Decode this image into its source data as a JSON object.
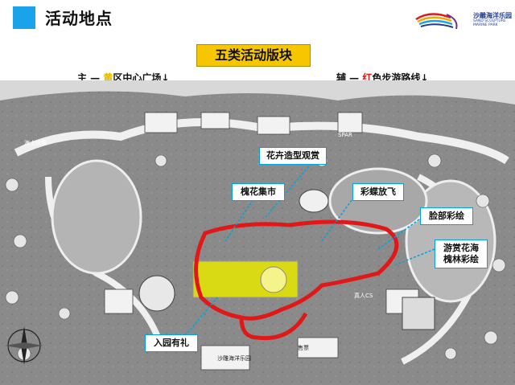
{
  "header": {
    "title": "活动地点",
    "logo_text": "沙雕海洋乐园",
    "logo_sub": "SAND SCULPTURE MARINE PARK"
  },
  "section_title": "五类活动版块",
  "route_labels": {
    "main_prefix": "主 — ",
    "main_highlight": "黄",
    "main_suffix": "区中心广场↓",
    "aux_prefix": "辅 — ",
    "aux_highlight": "红",
    "aux_suffix": "色步游路线↓"
  },
  "callouts": {
    "flower_sculpture": "花卉造型观赏",
    "locust_market": "槐花集市",
    "butterfly": "彩蝶放飞",
    "face_paint": "脸部彩绘",
    "flower_sea": "游赏花海\n槐林彩绘",
    "entry_gift": "入园有礼"
  },
  "map_labels": {
    "gate": "沙雕海洋乐园",
    "ticket": "售票",
    "sea_food": "海上快餐",
    "spa": "SPAR",
    "cs": "真人CS"
  },
  "colors": {
    "accent_blue": "#1aa3e8",
    "title_yellow": "#f7c600",
    "route_red": "#e01818",
    "zone_yellow": "#e8e800",
    "callout_border": "#00a3e0"
  }
}
